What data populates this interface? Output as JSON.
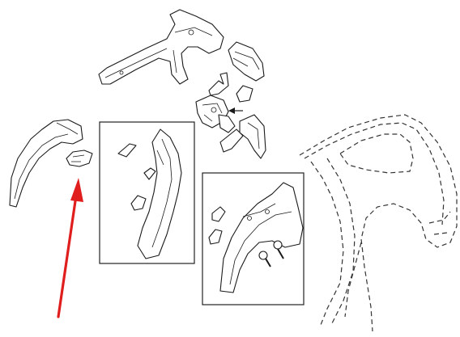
{
  "diagram": {
    "colors": {
      "line": "#1a1a1a",
      "dashed_body": "#333333",
      "background": "#ffffff",
      "highlight_arrow": "#e01e1e"
    },
    "parts": [
      {
        "name": "upper-pillar-reinforcement"
      },
      {
        "name": "roof-rail-bracket"
      },
      {
        "name": "small-clip"
      },
      {
        "name": "small-brace"
      },
      {
        "name": "center-bracket-assembly"
      },
      {
        "name": "corner-gusset"
      },
      {
        "name": "inner-wheelhouse-arch"
      },
      {
        "name": "small-wheelhouse-bracket"
      }
    ],
    "insets": [
      {
        "name": "inset-rear-pillar-inner"
      },
      {
        "name": "inset-wheelhouse-assembly"
      }
    ],
    "highlight": {
      "points_to": "small-wheelhouse-bracket"
    }
  }
}
